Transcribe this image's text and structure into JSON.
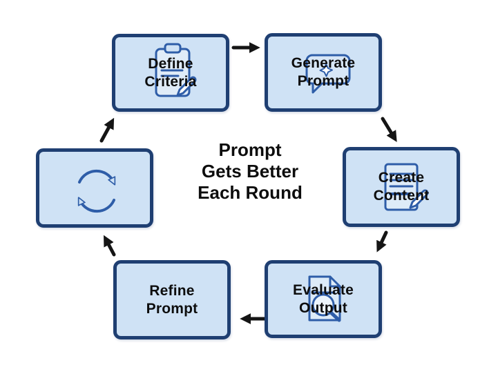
{
  "diagram": {
    "center_caption": {
      "lines": [
        "Prompt",
        "Gets Better",
        "Each Round"
      ]
    },
    "nodes": [
      {
        "id": "define-criteria",
        "lines": [
          "Define",
          "Criteria"
        ],
        "icon": "clipboard-pencil-icon"
      },
      {
        "id": "generate-prompt",
        "lines": [
          "Generate",
          "Prompt"
        ],
        "icon": "sparkle-speech-bubble-icon"
      },
      {
        "id": "create-content",
        "lines": [
          "Create",
          "Content"
        ],
        "icon": "document-pencil-icon"
      },
      {
        "id": "evaluate-output",
        "lines": [
          "Evaluate",
          "Output"
        ],
        "icon": "document-magnifier-icon"
      },
      {
        "id": "refine-prompt",
        "lines": [
          "Refine",
          "Prompt"
        ],
        "icon": null
      },
      {
        "id": "iteration-cycle",
        "lines": [],
        "icon": "cycle-arrows-icon"
      }
    ],
    "flow": [
      {
        "from": "define-criteria",
        "to": "generate-prompt"
      },
      {
        "from": "generate-prompt",
        "to": "create-content"
      },
      {
        "from": "create-content",
        "to": "evaluate-output"
      },
      {
        "from": "evaluate-output",
        "to": "refine-prompt"
      },
      {
        "from": "refine-prompt",
        "to": "iteration-cycle"
      },
      {
        "from": "iteration-cycle",
        "to": "define-criteria"
      }
    ],
    "colors": {
      "box_fill": "#cfe2f5",
      "box_border": "#1f3f72",
      "icon_stroke": "#2e5da8",
      "arrow": "#151515",
      "text": "#0d0d0d",
      "background": "#ffffff"
    }
  }
}
